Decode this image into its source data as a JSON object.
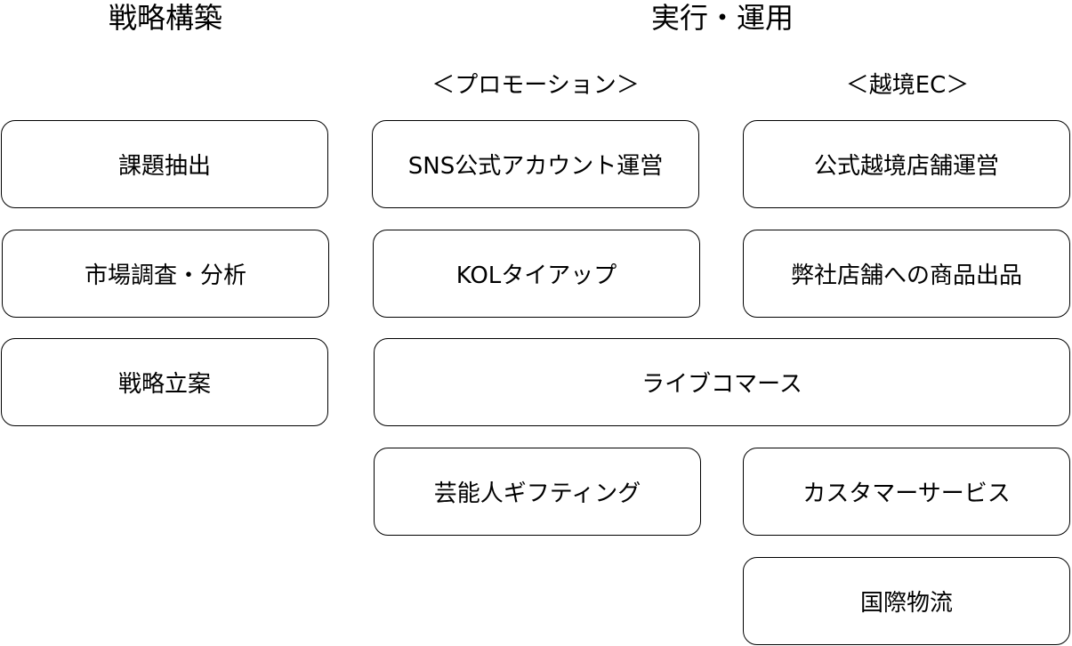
{
  "headings": {
    "strategy": "戦略構築",
    "execution": "実行・運用"
  },
  "subheadings": {
    "promotion": "＜プロモーション＞",
    "cross_border_ec": "＜越境EC＞"
  },
  "strategy_boxes": [
    "課題抽出",
    "市場調査・分析",
    "戦略立案"
  ],
  "promotion_boxes": [
    "SNS公式アカウント運営",
    "KOLタイアップ",
    "芸能人ギフティング"
  ],
  "shared_boxes": [
    "ライブコマース"
  ],
  "ec_boxes": [
    "公式越境店舗運営",
    "弊社店舗への商品出品",
    "カスタマーサービス",
    "国際物流"
  ]
}
